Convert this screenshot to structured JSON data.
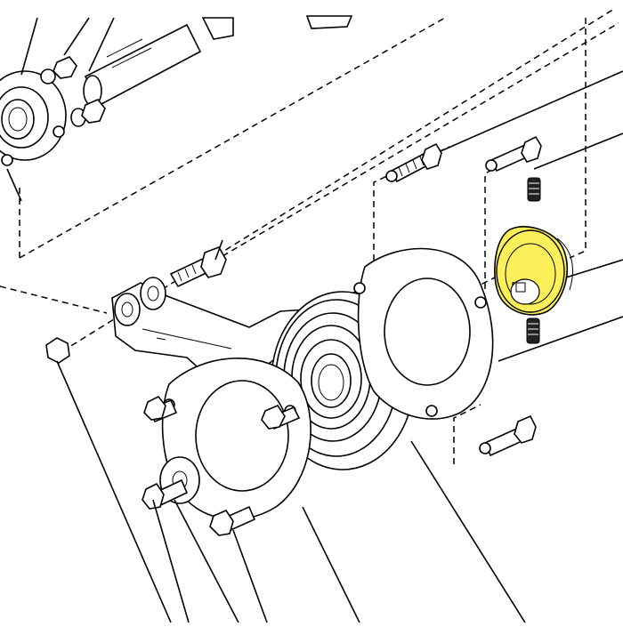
{
  "diagram": {
    "type": "exploded-parts-view",
    "labels": [],
    "highlight": {
      "part": "flanged-bushing",
      "fill": "#fcf05a",
      "edge": "#d8c400"
    },
    "line_color": "#000000",
    "background": "#ffffff",
    "leader_lines": "dashed"
  }
}
